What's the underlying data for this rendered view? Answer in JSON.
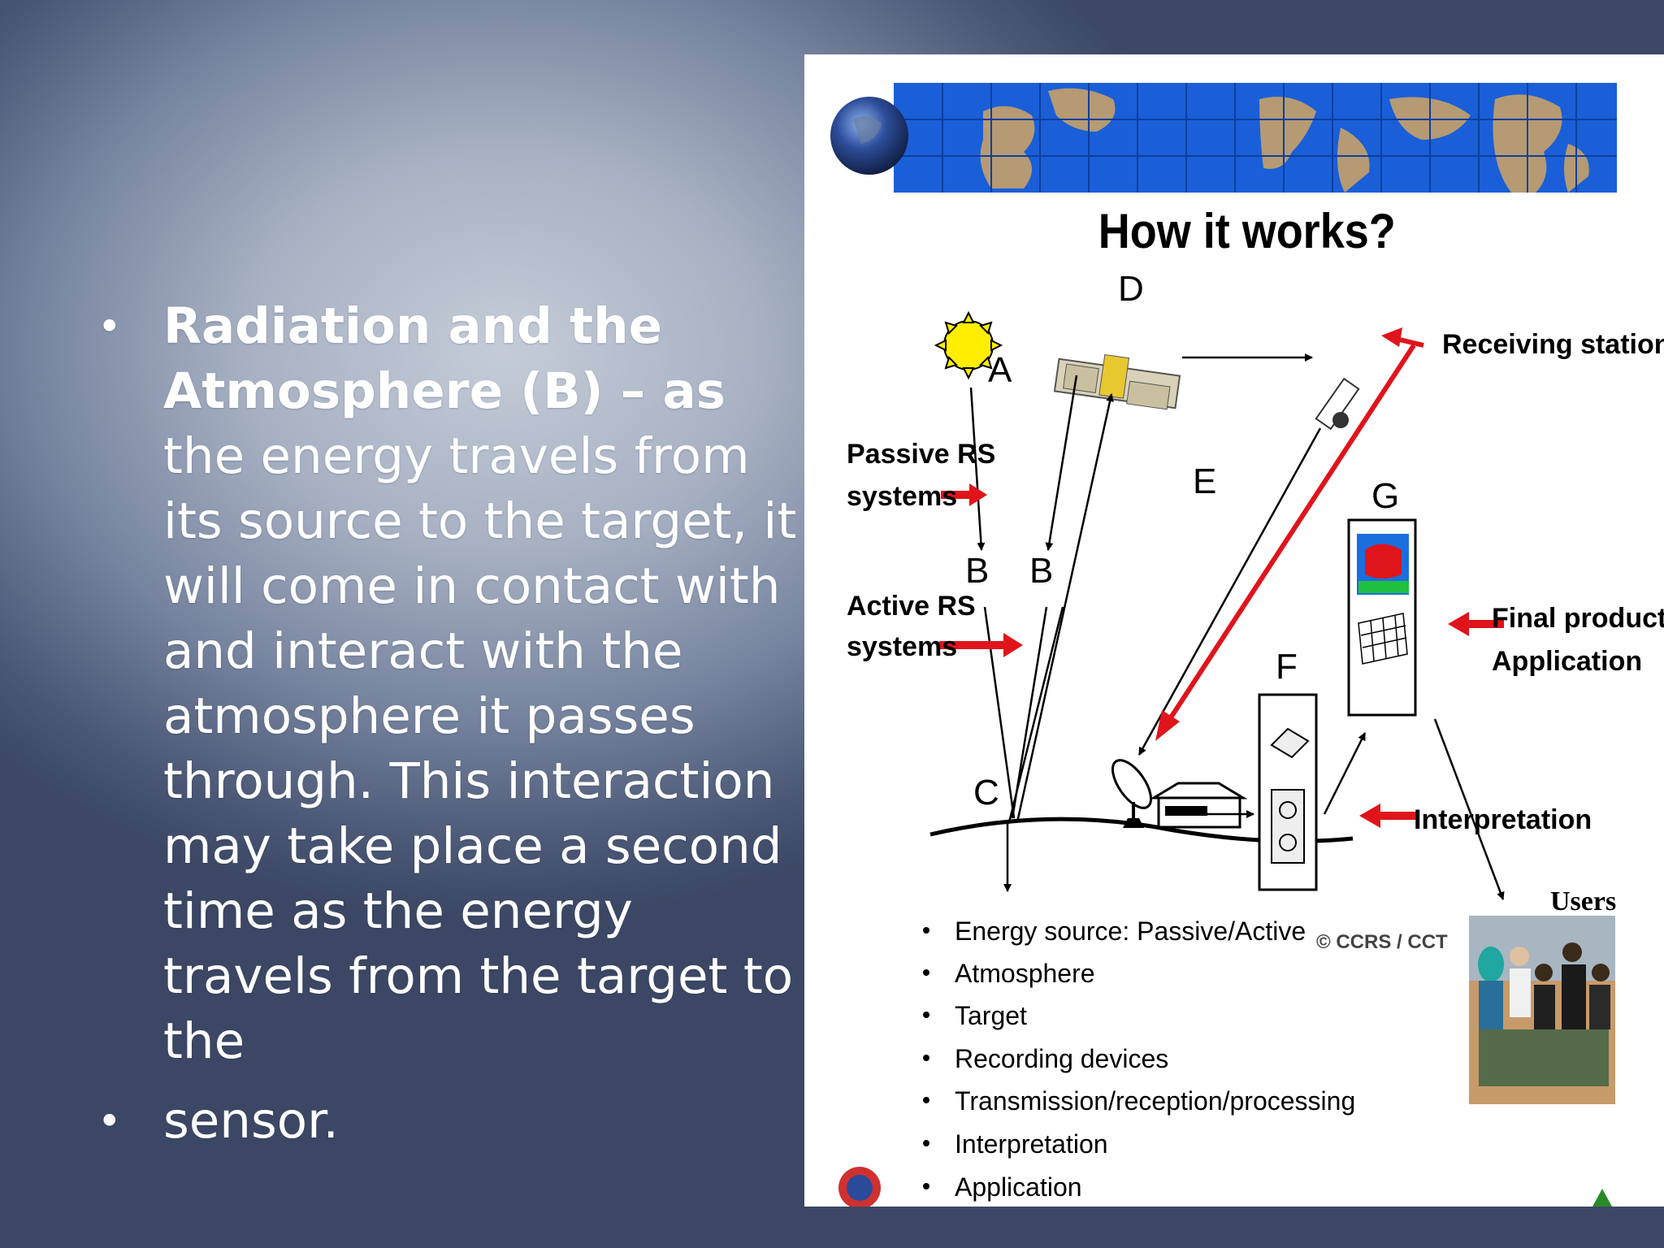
{
  "slide": {
    "bullets": [
      {
        "bold": "Radiation and the Atmosphere (B) – as ",
        "text": "the energy travels from its source to the target, it will come in contact with and interact with the atmosphere it passes through. This interaction may take place a second time as the energy travels from the target to the"
      },
      {
        "text": "sensor."
      }
    ]
  },
  "figure": {
    "title": "How it works?",
    "labels": {
      "a": "A",
      "b1": "B",
      "b2": "B",
      "c": "C",
      "d": "D",
      "e": "E",
      "f": "F",
      "g": "G"
    },
    "receiving_stations": "Receiving stations",
    "passive_rs": [
      "Passive RS",
      "systems"
    ],
    "active_rs": [
      "Active RS",
      "systems"
    ],
    "final_product": [
      "Final product",
      "Application"
    ],
    "interpretation": "Interpretation",
    "users": "Users",
    "credit": "© CCRS / CCT",
    "legend": [
      "Energy source: Passive/Active",
      "Atmosphere",
      "Target",
      "Recording devices",
      "Transmission/reception/processing",
      "Interpretation",
      "Application"
    ],
    "colors": {
      "arrow_red": "#e0141b",
      "map_blue": "#1a5fd8",
      "sun_yellow": "#ffee00"
    }
  }
}
